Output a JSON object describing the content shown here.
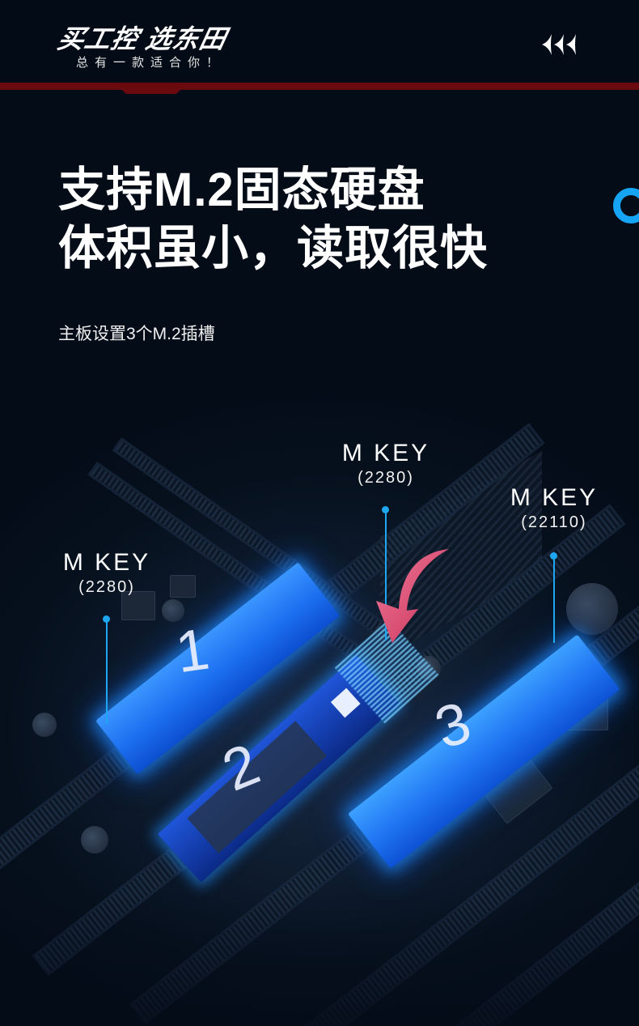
{
  "header": {
    "logo_main": "买工控 选东田",
    "logo_sub": "总有一款适合你！",
    "back_icon": "triple-chevron-left-icon"
  },
  "hero": {
    "title_line1": "支持M.2固态硬盘",
    "title_line2": "体积虽小，读取很快",
    "subtitle": "主板设置3个M.2插槽"
  },
  "slots": [
    {
      "number": "1",
      "key": "M KEY",
      "size": "(2280)"
    },
    {
      "number": "2",
      "key": "M KEY",
      "size": "(2280)"
    },
    {
      "number": "3",
      "key": "M KEY",
      "size": "(22110)"
    }
  ],
  "colors": {
    "background": "#040c18",
    "accent_red": "#6a0a0e",
    "accent_blue": "#16a4f4",
    "arrow_pink": "#e0507a"
  }
}
